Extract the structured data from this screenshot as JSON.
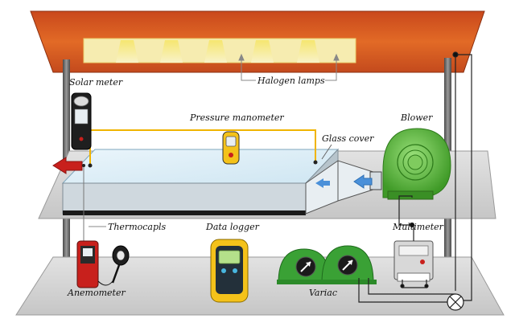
{
  "labels": {
    "solar_meter": "Solar meter",
    "halogen_lamps": "Halogen lamps",
    "pressure_manometer": "Pressure manometer",
    "blower": "Blower",
    "glass_cover": "Glass cover",
    "thermocouples": "Thermocapls",
    "data_logger": "Data logger",
    "multimeter": "Multimeter",
    "anemometer": "Anemometer",
    "variac": "Variac"
  },
  "icons": {
    "lamp_panel": "halogen-lamp-housing",
    "heat_arrow": "left-arrow",
    "air_arrow": "left-arrow",
    "variac_dial": "knob-dial"
  },
  "colors": {
    "lamp_housing": "#d4511e",
    "lamp_glow": "#f6ecb0",
    "blower_green": "#58b83a",
    "variac_green": "#3aa135",
    "logger_yellow": "#f4c21a",
    "manometer_line": "#f0b400",
    "collector_plate": "#dbeef8",
    "heat_arrow": "#c8201c",
    "air_arrow": "#4a90d9"
  }
}
